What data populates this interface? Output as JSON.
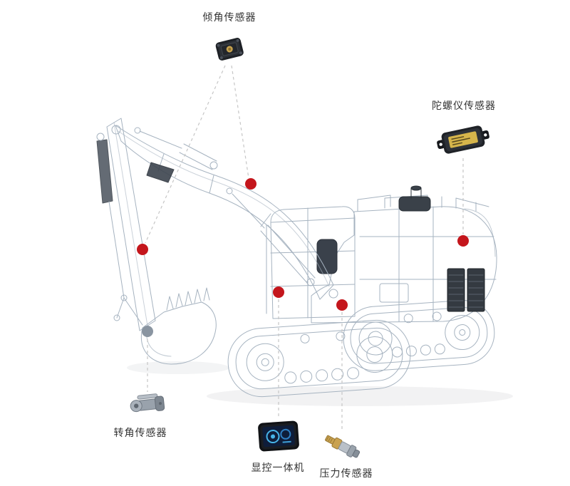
{
  "illustration": {
    "subject": "excavator-wireframe-technical-drawing"
  },
  "colors": {
    "marker_red": "#c4161c",
    "marker_gray": "#8a95a1",
    "connector": "#c6c6c6",
    "wireframe": "#a6b3c0",
    "label_text": "#333333"
  },
  "sensors": {
    "tilt": {
      "label": "倾角传感器",
      "icon": "tilt-sensor-device"
    },
    "gyro": {
      "label": "陀螺仪传感器",
      "icon": "gyroscope-sensor-device"
    },
    "rotation": {
      "label": "转角传感器",
      "icon": "rotation-angle-sensor-device"
    },
    "display": {
      "label": "显控一体机",
      "icon": "display-console-device"
    },
    "pressure": {
      "label": "压力传感器",
      "icon": "pressure-sensor-device"
    }
  }
}
